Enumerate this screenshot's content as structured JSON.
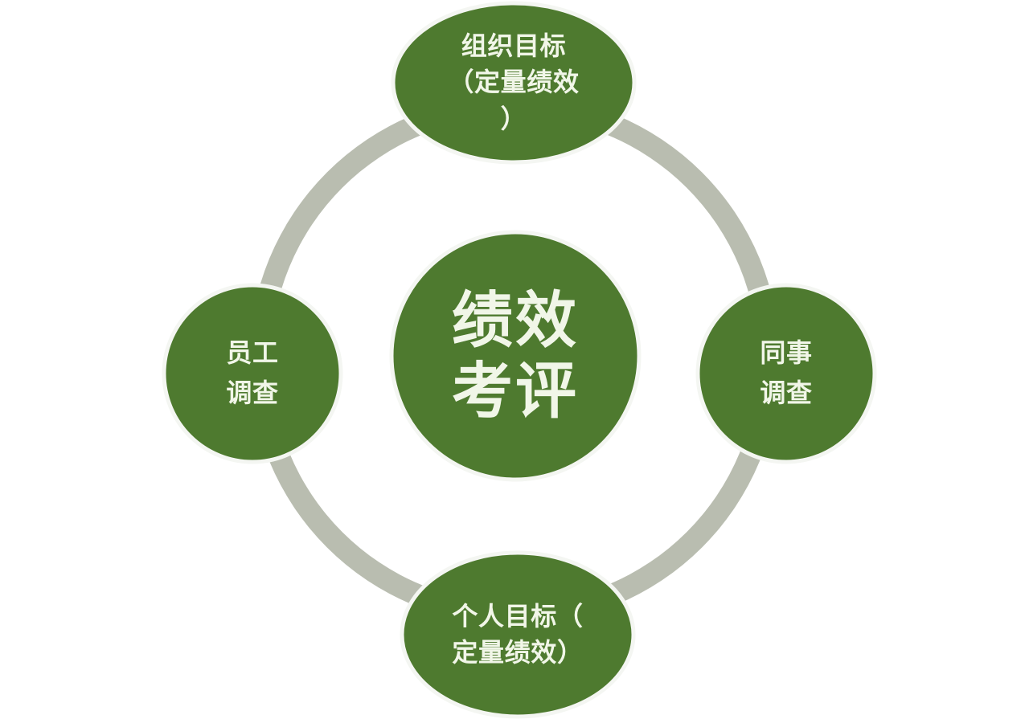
{
  "diagram": {
    "type": "cycle-hub-and-spoke",
    "title": "绩效考评",
    "colors": {
      "node_fill": "#4e7a2f",
      "ring_fill": "#b9bdb0",
      "node_outline": "#f4f6f2",
      "text": "#f1f6e8",
      "background": "#ffffff"
    },
    "center": {
      "name": "绩效考评",
      "lines": [
        "绩效",
        "考评"
      ],
      "shape": "circle"
    },
    "ring": {
      "name": "循环环带",
      "shape": "annulus"
    },
    "nodes": [
      {
        "id": "top",
        "position": "top",
        "shape": "ellipse",
        "name": "组织目标（定量绩效）",
        "lines": [
          "组织目标",
          "（定量绩效",
          "）"
        ]
      },
      {
        "id": "right",
        "position": "right",
        "shape": "circle",
        "name": "同事调查",
        "lines": [
          "同事",
          "调查"
        ]
      },
      {
        "id": "bottom",
        "position": "bottom",
        "shape": "ellipse",
        "name": "个人目标（定量绩效）",
        "lines": [
          "个人目标（",
          "定量绩效）"
        ]
      },
      {
        "id": "left",
        "position": "left",
        "shape": "circle",
        "name": "员工调查",
        "lines": [
          "员工",
          "调查"
        ]
      }
    ]
  }
}
